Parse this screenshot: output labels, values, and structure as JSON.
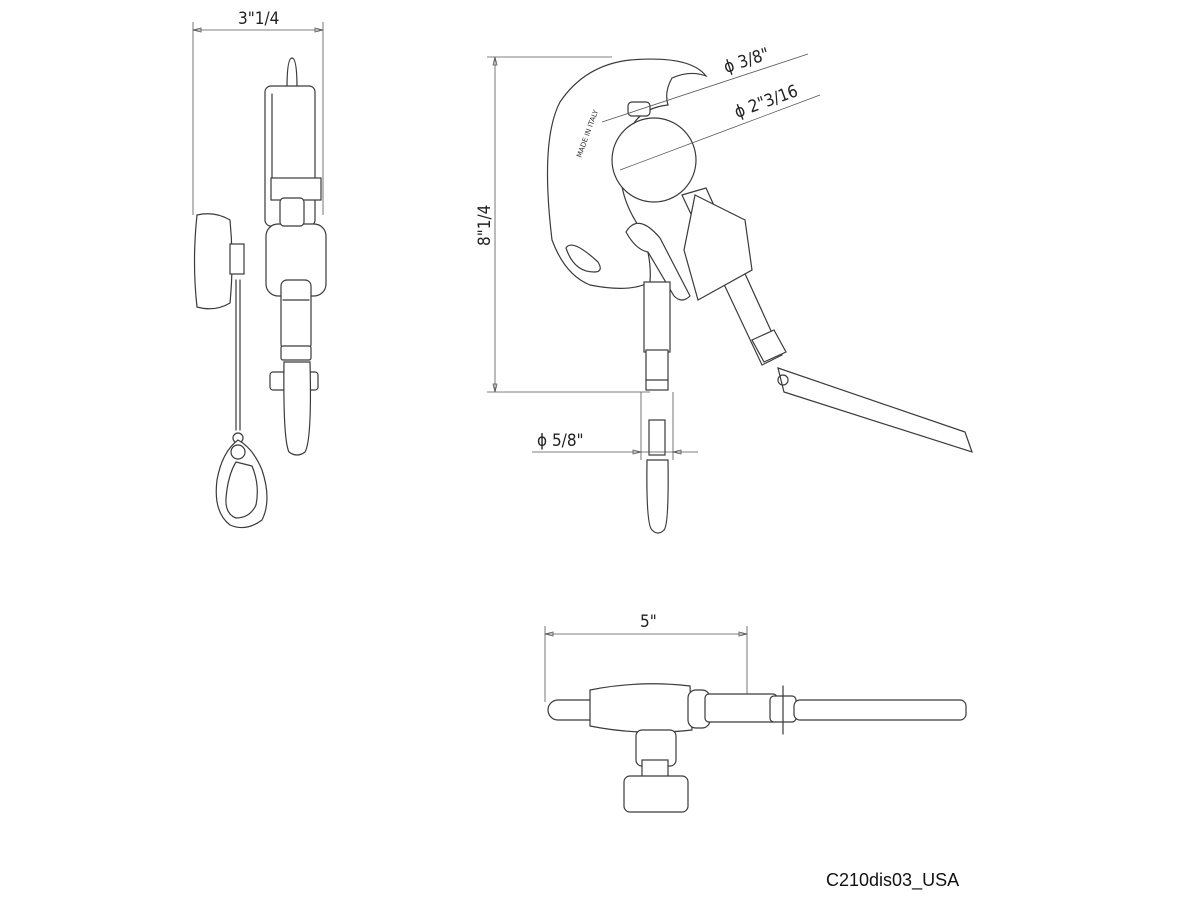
{
  "dimensions": {
    "width_side": "3\"1/4",
    "height_front": "8\"1/4",
    "dia_small": "ϕ  3/8\"",
    "dia_tube": "ϕ  2\"3/16",
    "dia_pin": "ϕ 5/8\"",
    "length_top": "5\""
  },
  "engraving": "MADE IN ITALY",
  "drawing_code": "C210dis03_USA"
}
